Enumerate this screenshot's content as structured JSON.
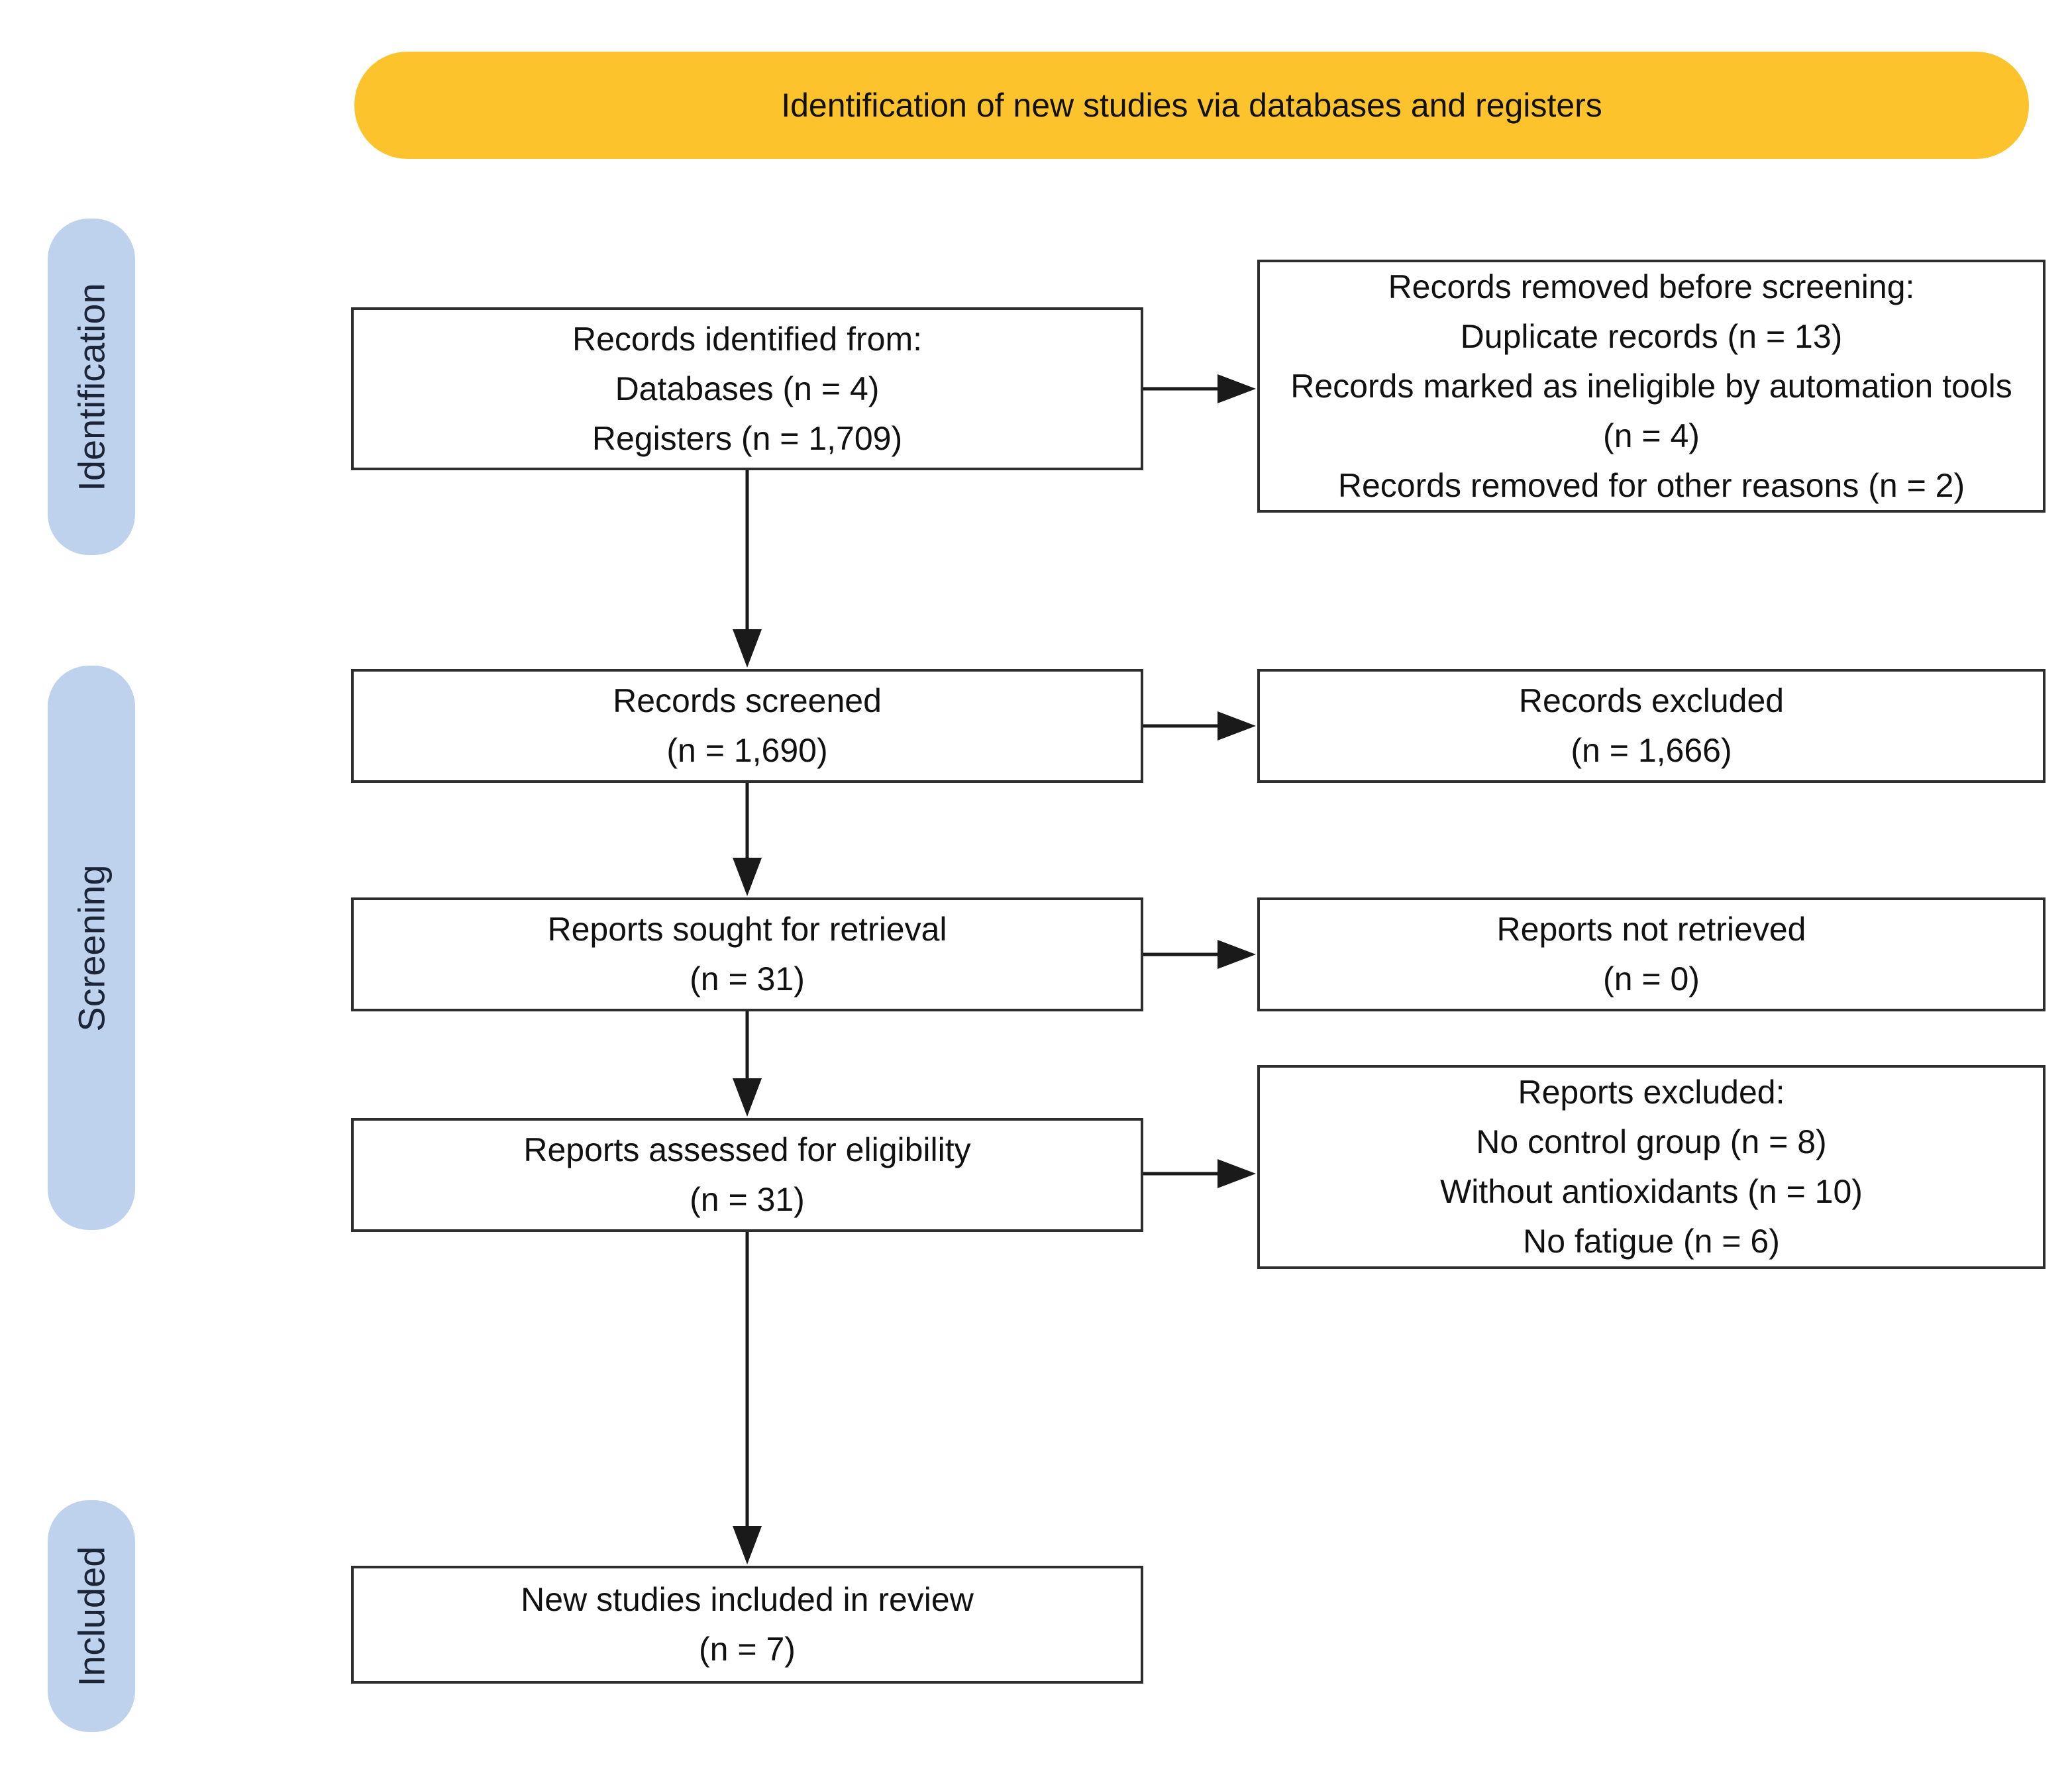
{
  "header": {
    "title": "Identification of new studies via databases and registers"
  },
  "stages": [
    {
      "label": "Identification"
    },
    {
      "label": "Screening"
    },
    {
      "label": "Included"
    }
  ],
  "boxes": {
    "identified": {
      "text": "Records identified from:\nDatabases (n = 4)\nRegisters (n = 1,709)"
    },
    "removed_before_screening": {
      "text": "Records removed before screening:\nDuplicate records (n = 13)\nRecords marked as ineligible by automation tools (n = 4)\nRecords removed for other reasons (n = 2)"
    },
    "screened": {
      "text": "Records screened\n(n = 1,690)"
    },
    "records_excluded": {
      "text": "Records excluded\n(n = 1,666)"
    },
    "sought": {
      "text": "Reports sought for retrieval\n(n = 31)"
    },
    "not_retrieved": {
      "text": "Reports not retrieved\n(n = 0)"
    },
    "assessed": {
      "text": "Reports assessed for eligibility\n(n = 31)"
    },
    "reports_excluded": {
      "text": "Reports excluded:\nNo control group (n = 8)\nWithout antioxidants (n = 10)\nNo fatigue (n = 6)"
    },
    "new_studies_included": {
      "text": "New studies included in review\n(n = 7)"
    }
  },
  "colors": {
    "banner": "#FCC32C",
    "stage": "#BFD2ED",
    "box_border": "#2e2e2e",
    "arrow": "#1a1a1a",
    "text": "#111111",
    "stage_text": "#1c2537",
    "background": "#ffffff"
  }
}
